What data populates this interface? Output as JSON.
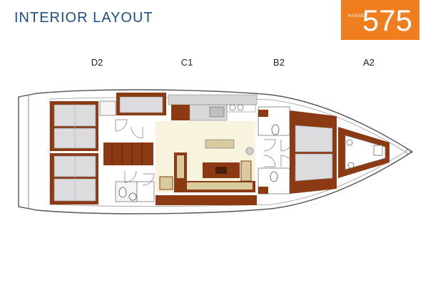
{
  "header": {
    "title": "INTERIOR LAYOUT"
  },
  "badge": {
    "brand": "HANSE",
    "model": "575",
    "color": "#f07d1e"
  },
  "zones": [
    {
      "id": "d2",
      "label": "D2"
    },
    {
      "id": "c1",
      "label": "C1"
    },
    {
      "id": "b2",
      "label": "B2"
    },
    {
      "id": "a2",
      "label": "A2"
    }
  ],
  "colors": {
    "title": "#1b4f86",
    "wood": "#8b3a14",
    "mattress": "#dcdcde",
    "floor": "#ffffff",
    "salon_floor": "#f3eed2",
    "upholstery": "#d8cba0",
    "hull_line": "#555555"
  }
}
